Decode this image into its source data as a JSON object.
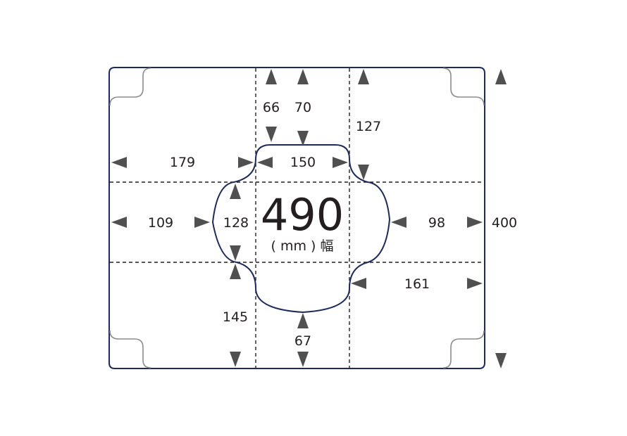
{
  "total": {
    "value": "490",
    "unit": "( mm ) 幅"
  },
  "dims": {
    "d66": "66",
    "d70": "70",
    "d127": "127",
    "d179": "179",
    "d150": "150",
    "d109": "109",
    "d128": "128",
    "d98": "98",
    "d400": "400",
    "d161": "161",
    "d145": "145",
    "d67": "67"
  }
}
